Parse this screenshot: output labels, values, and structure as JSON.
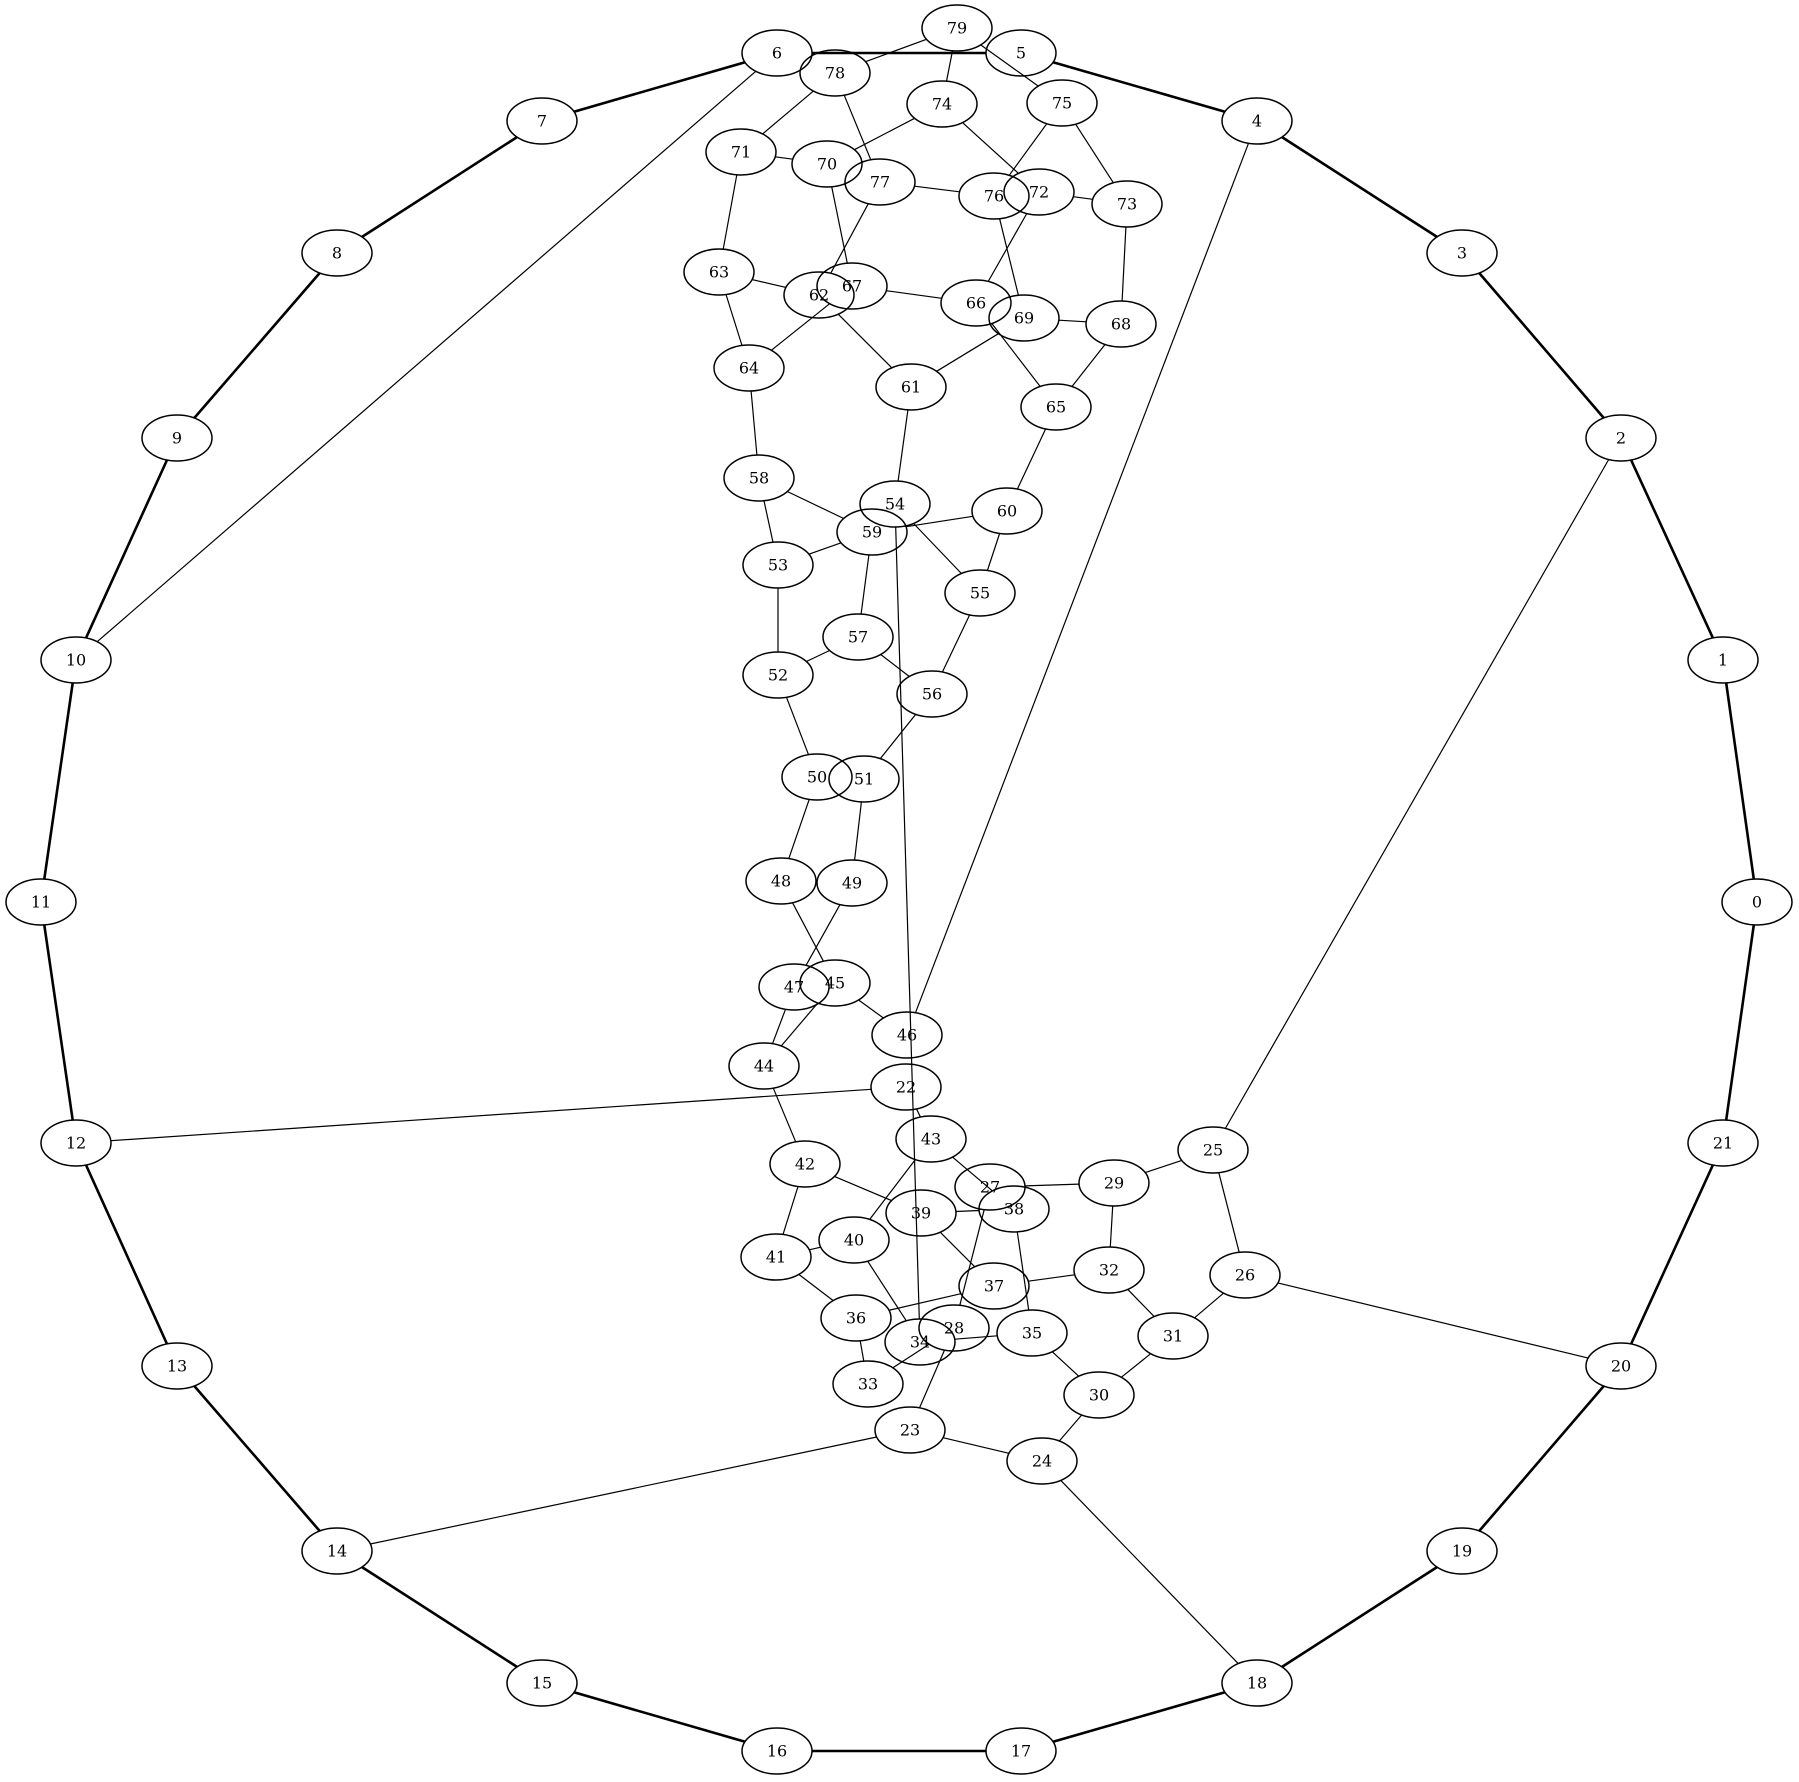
{
  "diagram": {
    "type": "undirected-graph",
    "nodes": [
      "0",
      "1",
      "2",
      "3",
      "4",
      "5",
      "6",
      "7",
      "8",
      "9",
      "10",
      "11",
      "12",
      "13",
      "14",
      "15",
      "16",
      "17",
      "18",
      "19",
      "20",
      "21",
      "22",
      "23",
      "24",
      "25",
      "26",
      "27",
      "28",
      "29",
      "30",
      "31",
      "32",
      "33",
      "34",
      "35",
      "36",
      "37",
      "38",
      "39",
      "40",
      "41",
      "42",
      "43",
      "44",
      "45",
      "46",
      "47",
      "48",
      "49",
      "50",
      "51",
      "52",
      "53",
      "54",
      "55",
      "56",
      "57",
      "58",
      "59",
      "60",
      "61",
      "62",
      "63",
      "64",
      "65",
      "66",
      "67",
      "68",
      "69",
      "70",
      "71",
      "72",
      "73",
      "74",
      "75",
      "76",
      "77",
      "78",
      "79"
    ],
    "outer_cycle": [
      "0",
      "1",
      "2",
      "3",
      "4",
      "5",
      "6",
      "7",
      "8",
      "9",
      "10",
      "11",
      "12",
      "13",
      "14",
      "15",
      "16",
      "17",
      "18",
      "19",
      "20",
      "21"
    ],
    "edges": [
      [
        "0",
        "1"
      ],
      [
        "1",
        "2"
      ],
      [
        "2",
        "3"
      ],
      [
        "3",
        "4"
      ],
      [
        "4",
        "5"
      ],
      [
        "5",
        "6"
      ],
      [
        "6",
        "7"
      ],
      [
        "7",
        "8"
      ],
      [
        "8",
        "9"
      ],
      [
        "9",
        "10"
      ],
      [
        "10",
        "11"
      ],
      [
        "11",
        "12"
      ],
      [
        "12",
        "13"
      ],
      [
        "13",
        "14"
      ],
      [
        "14",
        "15"
      ],
      [
        "15",
        "16"
      ],
      [
        "16",
        "17"
      ],
      [
        "17",
        "18"
      ],
      [
        "18",
        "19"
      ],
      [
        "19",
        "20"
      ],
      [
        "20",
        "21"
      ],
      [
        "21",
        "0"
      ],
      [
        "6",
        "10"
      ],
      [
        "4",
        "46"
      ],
      [
        "2",
        "25"
      ],
      [
        "12",
        "22"
      ],
      [
        "14",
        "23"
      ],
      [
        "18",
        "24"
      ],
      [
        "20",
        "26"
      ],
      [
        "22",
        "43"
      ],
      [
        "23",
        "24"
      ],
      [
        "23",
        "28"
      ],
      [
        "24",
        "30"
      ],
      [
        "25",
        "29"
      ],
      [
        "25",
        "26"
      ],
      [
        "26",
        "31"
      ],
      [
        "27",
        "29"
      ],
      [
        "27",
        "28"
      ],
      [
        "28",
        "33"
      ],
      [
        "29",
        "32"
      ],
      [
        "30",
        "31"
      ],
      [
        "30",
        "35"
      ],
      [
        "31",
        "32"
      ],
      [
        "32",
        "37"
      ],
      [
        "33",
        "36"
      ],
      [
        "34",
        "35"
      ],
      [
        "34",
        "40"
      ],
      [
        "36",
        "37"
      ],
      [
        "36",
        "41"
      ],
      [
        "37",
        "39"
      ],
      [
        "38",
        "39"
      ],
      [
        "38",
        "35"
      ],
      [
        "39",
        "42"
      ],
      [
        "40",
        "43"
      ],
      [
        "40",
        "41"
      ],
      [
        "41",
        "42"
      ],
      [
        "42",
        "44"
      ],
      [
        "43",
        "38"
      ],
      [
        "44",
        "47"
      ],
      [
        "44",
        "45"
      ],
      [
        "45",
        "46"
      ],
      [
        "47",
        "49"
      ],
      [
        "45",
        "48"
      ],
      [
        "48",
        "50"
      ],
      [
        "49",
        "51"
      ],
      [
        "51",
        "56"
      ],
      [
        "50",
        "52"
      ],
      [
        "52",
        "57"
      ],
      [
        "52",
        "53"
      ],
      [
        "53",
        "59"
      ],
      [
        "53",
        "58"
      ],
      [
        "54",
        "55"
      ],
      [
        "54",
        "61"
      ],
      [
        "55",
        "56"
      ],
      [
        "55",
        "60"
      ],
      [
        "56",
        "57"
      ],
      [
        "58",
        "64"
      ],
      [
        "59",
        "57"
      ],
      [
        "59",
        "60"
      ],
      [
        "60",
        "65"
      ],
      [
        "61",
        "69"
      ],
      [
        "61",
        "62"
      ],
      [
        "62",
        "63"
      ],
      [
        "62",
        "77"
      ],
      [
        "63",
        "64"
      ],
      [
        "63",
        "71"
      ],
      [
        "64",
        "67"
      ],
      [
        "65",
        "68"
      ],
      [
        "65",
        "66"
      ],
      [
        "66",
        "67"
      ],
      [
        "66",
        "72"
      ],
      [
        "68",
        "69"
      ],
      [
        "68",
        "73"
      ],
      [
        "69",
        "76"
      ],
      [
        "70",
        "71"
      ],
      [
        "70",
        "74"
      ],
      [
        "70",
        "67"
      ],
      [
        "71",
        "78"
      ],
      [
        "72",
        "73"
      ],
      [
        "72",
        "74"
      ],
      [
        "73",
        "75"
      ],
      [
        "75",
        "76"
      ],
      [
        "75",
        "79"
      ],
      [
        "76",
        "77"
      ],
      [
        "77",
        "78"
      ],
      [
        "78",
        "79"
      ],
      [
        "79",
        "74"
      ],
      [
        "58",
        "59"
      ],
      [
        "54",
        "34"
      ]
    ]
  }
}
